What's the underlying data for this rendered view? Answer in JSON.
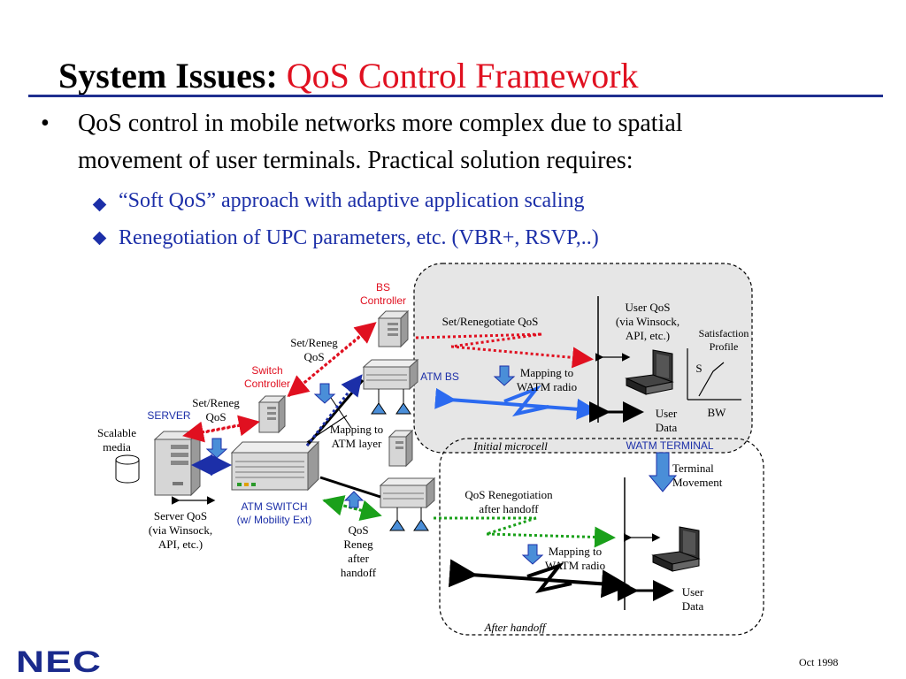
{
  "title": {
    "part1": "System Issues:",
    "part2": "QoS Control Framework"
  },
  "bullet": {
    "marker": "•",
    "line1": "QoS control in mobile networks more complex due to spatial",
    "line2": "movement of user terminals.  Practical solution requires:"
  },
  "subbullets": [
    {
      "text": "“Soft QoS” approach with adaptive application scaling"
    },
    {
      "text": "Renegotiation of UPC parameters, etc. (VBR+, RSVP,..)"
    }
  ],
  "diagram": {
    "bs_controller": {
      "line1": "BS",
      "line2": "Controller"
    },
    "set_reneg_qos_top": {
      "line1": "Set/Reneg",
      "line2": "QoS"
    },
    "switch_controller": {
      "line1": "Switch",
      "line2": "Controller"
    },
    "set_reneg_qos_left": {
      "line1": "Set/Reneg",
      "line2": "QoS"
    },
    "server": "SERVER",
    "scalable_media": {
      "line1": "Scalable",
      "line2": "media"
    },
    "server_qos": {
      "line1": "Server QoS",
      "line2": "(via Winsock,",
      "line3": "API, etc.)"
    },
    "atm_switch": {
      "line1": "ATM SWITCH",
      "line2": "(w/ Mobility Ext)"
    },
    "mapping_atm": {
      "line1": "Mapping to",
      "line2": "ATM layer"
    },
    "qos_reneg_after": {
      "line1": "QoS",
      "line2": "Reneg",
      "line3": "after",
      "line4": "handoff"
    },
    "atm_bs": "ATM BS",
    "set_renegotiate_qos": "Set/Renegotiate QoS",
    "user_qos": {
      "line1": "User QoS",
      "line2": "(via Winsock,",
      "line3": "API, etc.)"
    },
    "satisfaction_profile": {
      "line1": "Satisfaction",
      "line2": "Profile"
    },
    "s_label": "S",
    "bw_label": "BW",
    "mapping_watm_top": {
      "line1": "Mapping to",
      "line2": "WATM radio"
    },
    "user_data_top": {
      "line1": "User",
      "line2": "Data"
    },
    "initial_microcell": "Initial microcell",
    "watm_terminal": "WATM TERMINAL",
    "terminal_movement": {
      "line1": "Terminal",
      "line2": "Movement"
    },
    "qos_reneg_handoff": {
      "line1": "QoS Renegotiation",
      "line2": "after handoff"
    },
    "mapping_watm_bottom": {
      "line1": "Mapping to",
      "line2": "WATM radio"
    },
    "user_data_bottom": {
      "line1": "User",
      "line2": "Data"
    },
    "after_handoff": "After handoff"
  },
  "footer": {
    "logo": "NEC",
    "date": "Oct 1998"
  },
  "colors": {
    "title_red": "#e01020",
    "navy": "#1c2fa8",
    "rule": "#1f2f8f",
    "green": "#1aa01a",
    "cell_fill": "#e6e6e6"
  }
}
